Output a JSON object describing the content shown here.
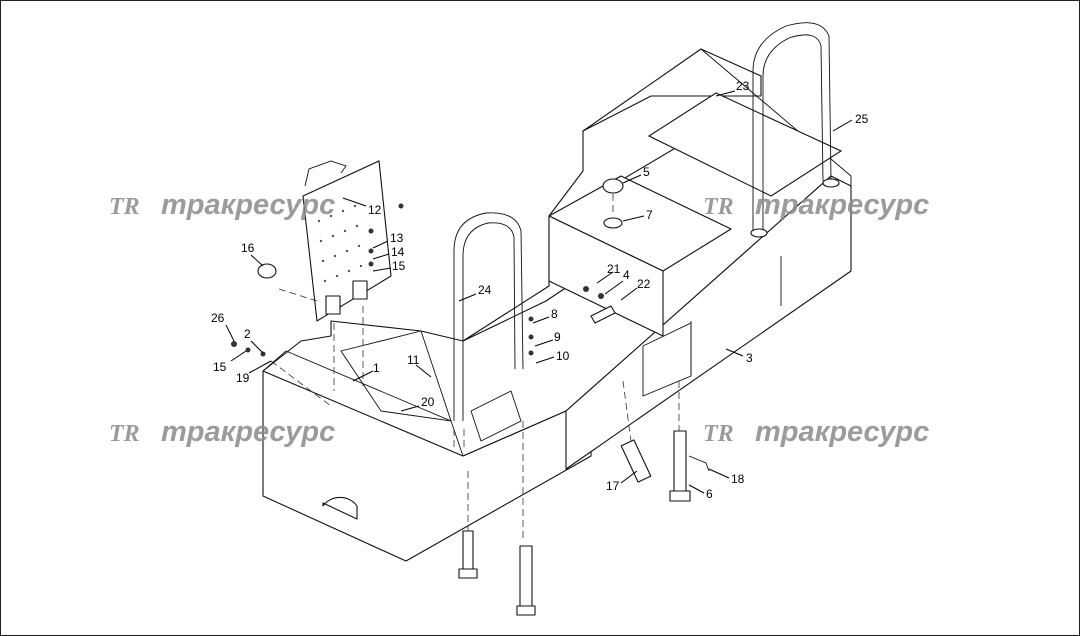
{
  "watermark": {
    "logo": "TR",
    "text": "тракресурс"
  },
  "callouts": [
    {
      "id": "c1",
      "label": "1"
    },
    {
      "id": "c2",
      "label": "2"
    },
    {
      "id": "c3",
      "label": "3"
    },
    {
      "id": "c4",
      "label": "4"
    },
    {
      "id": "c5",
      "label": "5"
    },
    {
      "id": "c6",
      "label": "6"
    },
    {
      "id": "c7",
      "label": "7"
    },
    {
      "id": "c8",
      "label": "8"
    },
    {
      "id": "c9",
      "label": "9"
    },
    {
      "id": "c10",
      "label": "10"
    },
    {
      "id": "c11",
      "label": "11"
    },
    {
      "id": "c12",
      "label": "12"
    },
    {
      "id": "c13",
      "label": "13"
    },
    {
      "id": "c14",
      "label": "14"
    },
    {
      "id": "c15a",
      "label": "15"
    },
    {
      "id": "c15b",
      "label": "15"
    },
    {
      "id": "c16",
      "label": "16"
    },
    {
      "id": "c17",
      "label": "17"
    },
    {
      "id": "c18",
      "label": "18"
    },
    {
      "id": "c19",
      "label": "19"
    },
    {
      "id": "c20",
      "label": "20"
    },
    {
      "id": "c21",
      "label": "21"
    },
    {
      "id": "c22",
      "label": "22"
    },
    {
      "id": "c23",
      "label": "23"
    },
    {
      "id": "c24",
      "label": "24"
    },
    {
      "id": "c25",
      "label": "25"
    },
    {
      "id": "c26",
      "label": "26"
    }
  ]
}
